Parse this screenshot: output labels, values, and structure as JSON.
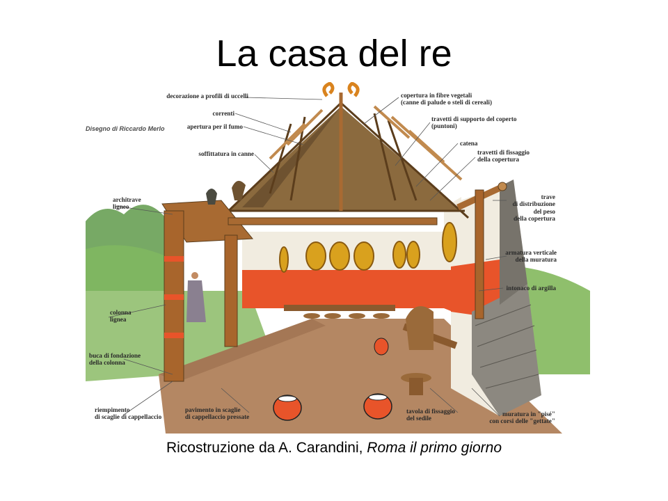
{
  "title": "La casa del re",
  "figure": {
    "credit": "Disegno di Riccardo Merlo",
    "labels_left": [
      {
        "id": "decorazione",
        "text": "decorazione a profili di uccelli"
      },
      {
        "id": "correnti",
        "text": "correnti"
      },
      {
        "id": "apertura",
        "text": "apertura per il fumo"
      },
      {
        "id": "soffittatura",
        "text": "soffittatura in canne"
      },
      {
        "id": "architrave",
        "text": "architrave\nligneo"
      },
      {
        "id": "colonna",
        "text": "colonna\nlignea"
      },
      {
        "id": "buca",
        "text": "buca di fondazione\ndella colonna"
      },
      {
        "id": "riempimento",
        "text": "riempimento\ndi scaglie di cappellaccio"
      }
    ],
    "labels_right": [
      {
        "id": "copertura",
        "text": "copertura in fibre vegetali\n(canne di palude o steli di cereali)"
      },
      {
        "id": "travetti_supporto",
        "text": "travetti di supporto del coperto\n(puntoni)"
      },
      {
        "id": "catena",
        "text": "catena"
      },
      {
        "id": "travetti_fissaggio",
        "text": "travetti di fissaggio\ndella copertura"
      },
      {
        "id": "trave",
        "text": "trave\ndi distribuzione\ndel peso\ndella copertura"
      },
      {
        "id": "armatura",
        "text": "armatura verticale\ndella muratura"
      },
      {
        "id": "intonaco",
        "text": "intonaco di argilla"
      },
      {
        "id": "muratura",
        "text": "muratura in \"pisé\"\ncon corsi delle \"gettate\""
      }
    ],
    "labels_bottom": [
      {
        "id": "pavimento",
        "text": "pavimento in scaglie\ndi cappellaccio pressate"
      },
      {
        "id": "tavola",
        "text": "tavola di fissaggio\ndel sedile"
      }
    ],
    "colors": {
      "plaster": "#e8542a",
      "wood": "#a86a32",
      "wall_white": "#f1ece0",
      "shield": "#d9a11e"
    }
  },
  "caption": {
    "prefix": "Ricostruzione da A. Carandini, ",
    "book": "Roma il primo giorno"
  }
}
